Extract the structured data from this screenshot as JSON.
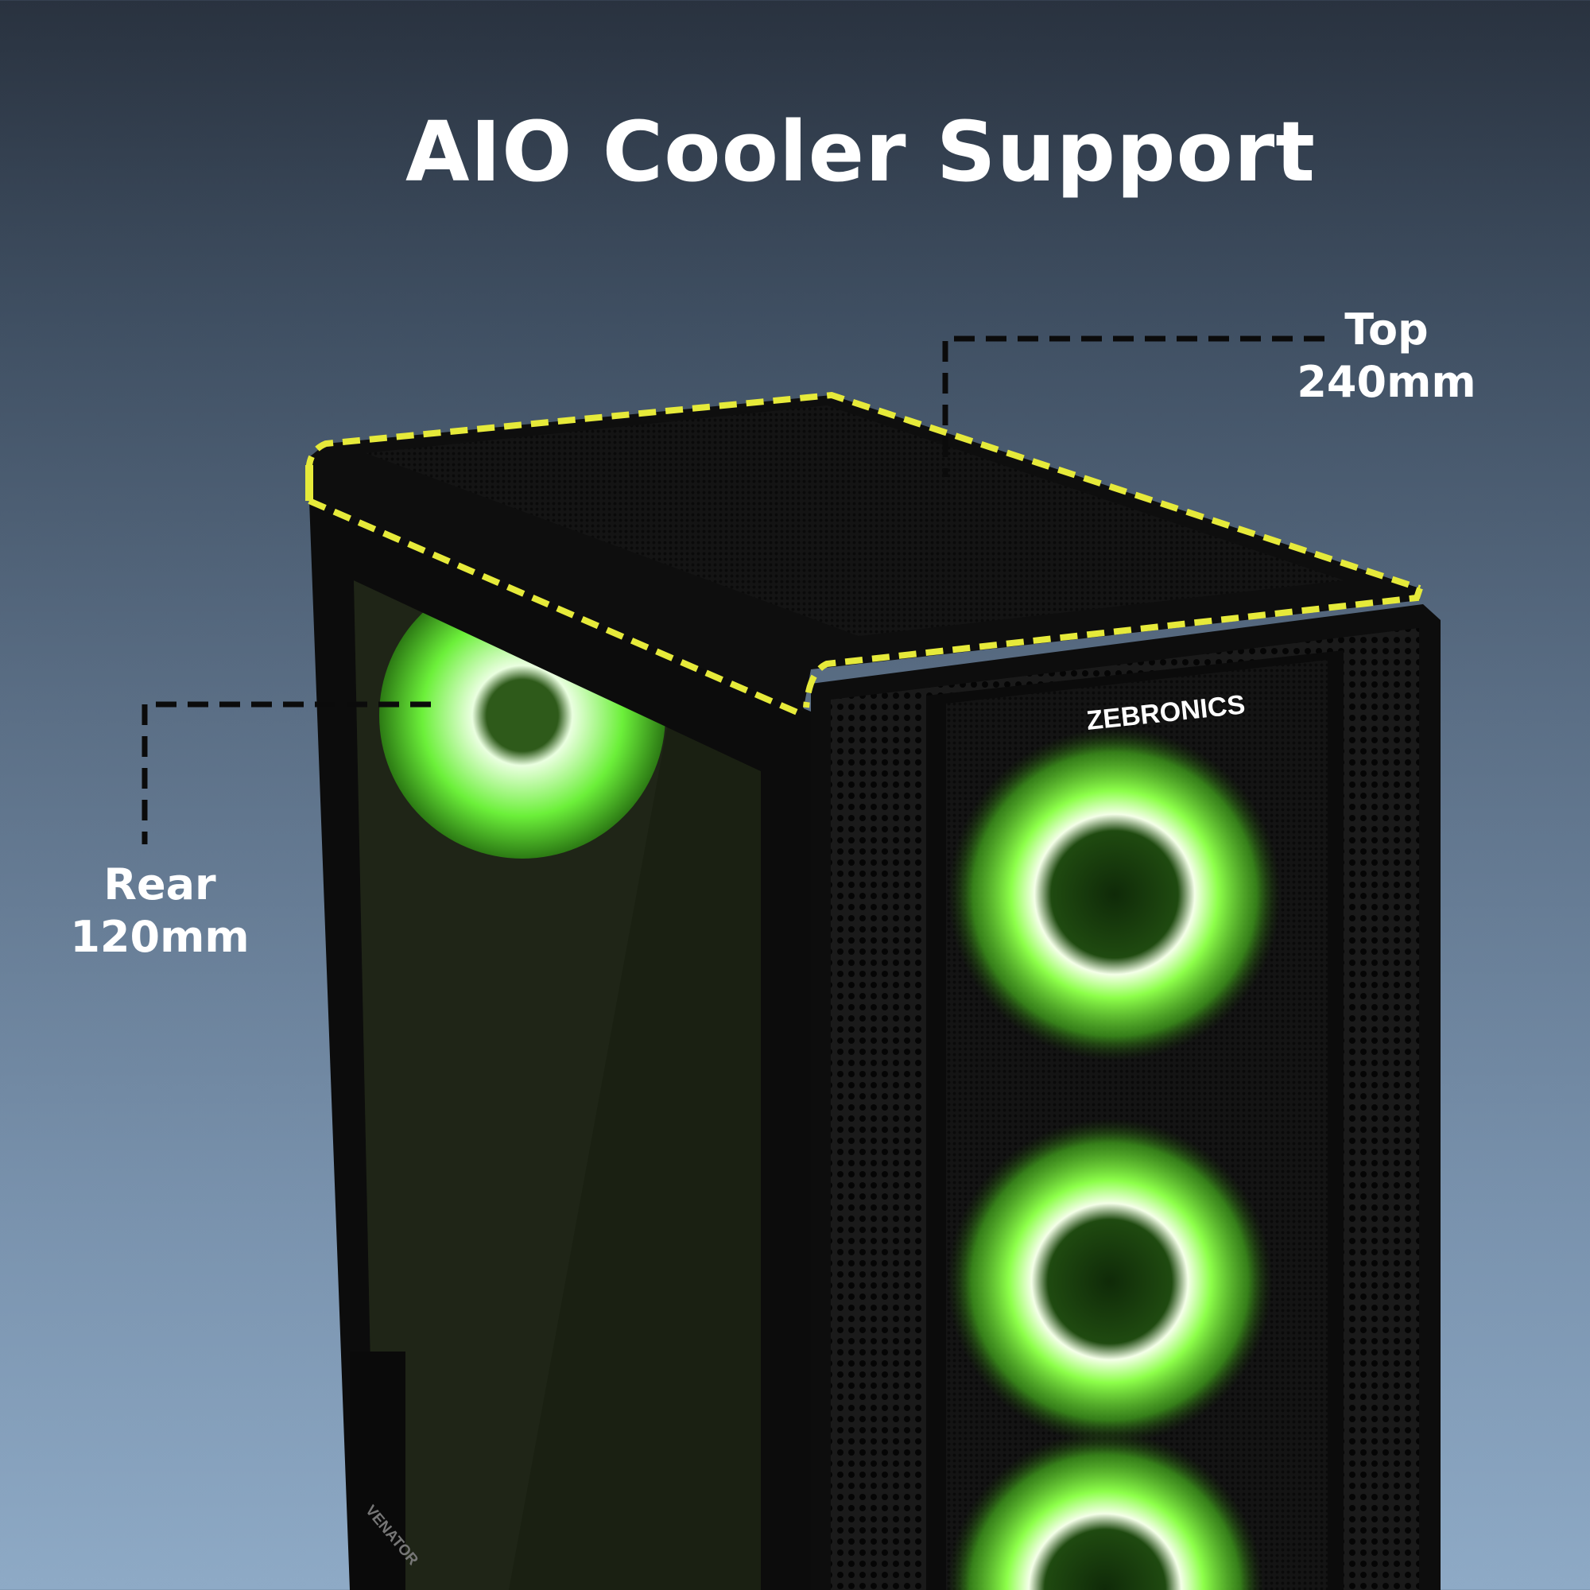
{
  "title": "AIO Cooler Support",
  "callouts": {
    "top": {
      "name": "Top",
      "size": "240mm"
    },
    "rear": {
      "name": "Rear",
      "size": "120mm"
    }
  },
  "branding": {
    "front_logo": "ZEBRONICS",
    "side_logo": "VENATOR"
  },
  "colors": {
    "outline": "#e6ea3a",
    "fan_glow": "#7dff3a",
    "case": "#111111"
  }
}
